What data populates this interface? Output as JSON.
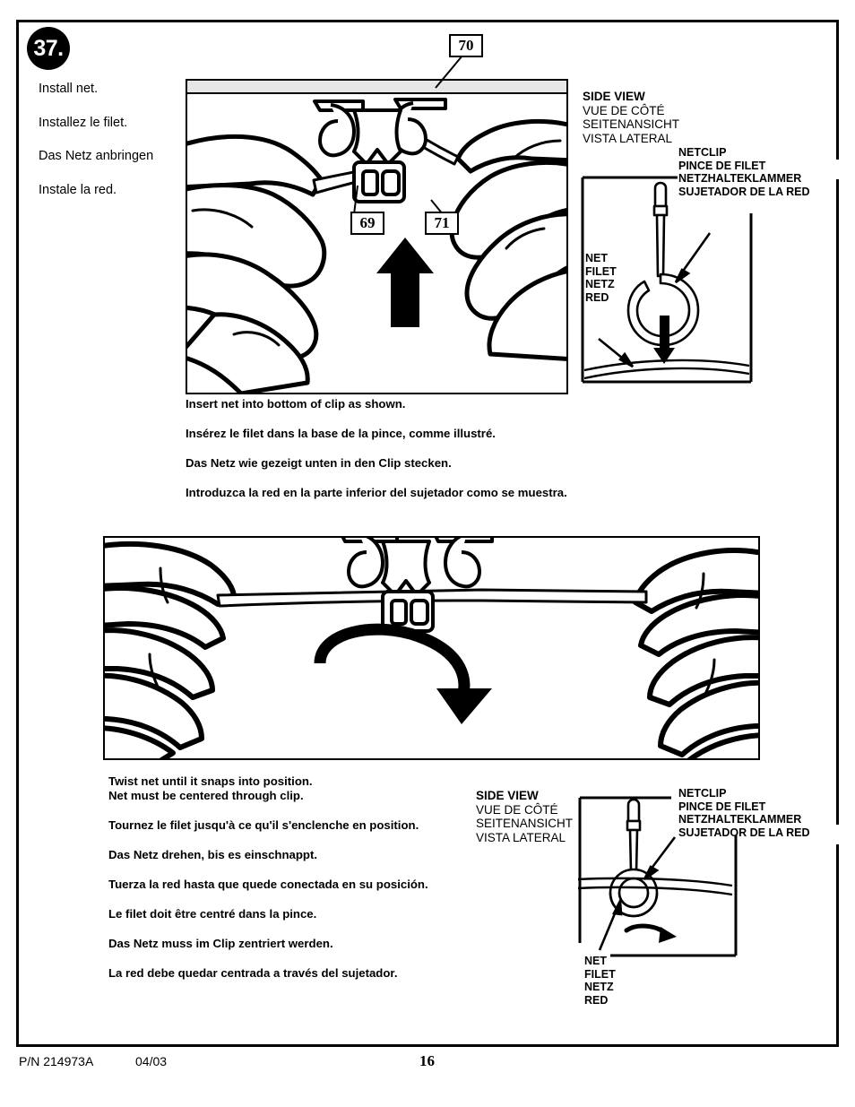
{
  "page": {
    "step_number": "37.",
    "page_number": "16",
    "part_number": "P/N 214973A",
    "date_code": "04/03"
  },
  "intro": {
    "lines": [
      "Install net.",
      "Installez le filet.",
      "Das Netz anbringen",
      "Instale la red."
    ]
  },
  "callouts": {
    "rim": "70",
    "net": "69",
    "clip": "71"
  },
  "side_view_top": {
    "title": "SIDE VIEW",
    "sub_fr": "VUE DE CÔTÉ",
    "sub_de": "SEITENANSICHT",
    "sub_es": "VISTA LATERAL",
    "netclip": {
      "en": "NETCLIP",
      "fr": "PINCE DE FILET",
      "de": "NETZHALTEKLAMMER",
      "es": "SUJETADOR DE LA RED"
    },
    "net": {
      "en": "NET",
      "fr": "FILET",
      "de": "NETZ",
      "es": "RED"
    }
  },
  "side_view_bottom": {
    "title": "SIDE VIEW",
    "sub_fr": "VUE DE CÔTÉ",
    "sub_de": "SEITENANSICHT",
    "sub_es": "VISTA LATERAL",
    "netclip": {
      "en": "NETCLIP",
      "fr": "PINCE DE FILET",
      "de": "NETZHALTEKLAMMER",
      "es": "SUJETADOR DE LA RED"
    },
    "net": {
      "en": "NET",
      "fr": "FILET",
      "de": "NETZ",
      "es": "RED"
    }
  },
  "caption_insert": {
    "en": "Insert net into bottom of clip as shown.",
    "fr": "Insérez le filet dans la base de la pince, comme illustré.",
    "de": "Das Netz wie gezeigt unten in den Clip stecken.",
    "es": "Introduzca la red en la parte inferior del sujetador como se muestra."
  },
  "caption_twist": {
    "en_1": "Twist net until it snaps into position.",
    "en_2": "Net must be centered through clip.",
    "fr_1": "Tournez le filet jusqu'à ce qu'il s'enclenche en position.",
    "de_1": "Das Netz drehen, bis es einschnappt.",
    "es_1": "Tuerza la red hasta que quede conectada en su posición.",
    "fr_2": "Le filet doit être centré dans la pince.",
    "de_2": "Das Netz muss im Clip zentriert werden.",
    "es_2": "La red debe quedar centrada a través del sujetador."
  },
  "colors": {
    "ink": "#000000",
    "rim_fill": "#e6e6e6",
    "paper": "#ffffff"
  }
}
